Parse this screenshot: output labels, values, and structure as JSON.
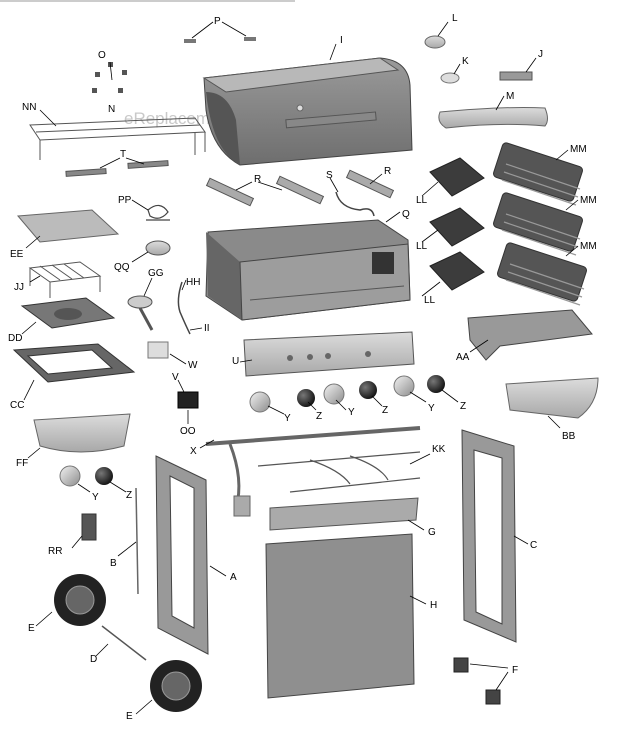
{
  "watermark": "eReplacementParts.com",
  "labels": {
    "P": "P",
    "I": "I",
    "L": "L",
    "K": "K",
    "J": "J",
    "M": "M",
    "O": "O",
    "N": "N",
    "NN": "NN",
    "T": "T",
    "R1": "R",
    "R2": "R",
    "S": "S",
    "MM1": "MM",
    "MM2": "MM",
    "MM3": "MM",
    "LL1": "LL",
    "LL2": "LL",
    "LL3": "LL",
    "PP": "PP",
    "EE": "EE",
    "Q": "Q",
    "QQ": "QQ",
    "GG": "GG",
    "JJ": "JJ",
    "HH": "HH",
    "DD": "DD",
    "II": "II",
    "AA": "AA",
    "W": "W",
    "U": "U",
    "CC": "CC",
    "V": "V",
    "BB": "BB",
    "Y1": "Y",
    "Z1": "Z",
    "Y2": "Y",
    "Z2": "Z",
    "Y3": "Y",
    "Z3": "Z",
    "OO": "OO",
    "FF": "FF",
    "X": "X",
    "KK": "KK",
    "Y4": "Y",
    "Z4": "Z",
    "G": "G",
    "C": "C",
    "RR": "RR",
    "B": "B",
    "A": "A",
    "E1": "E",
    "H": "H",
    "D": "D",
    "F": "F",
    "E2": "E"
  }
}
